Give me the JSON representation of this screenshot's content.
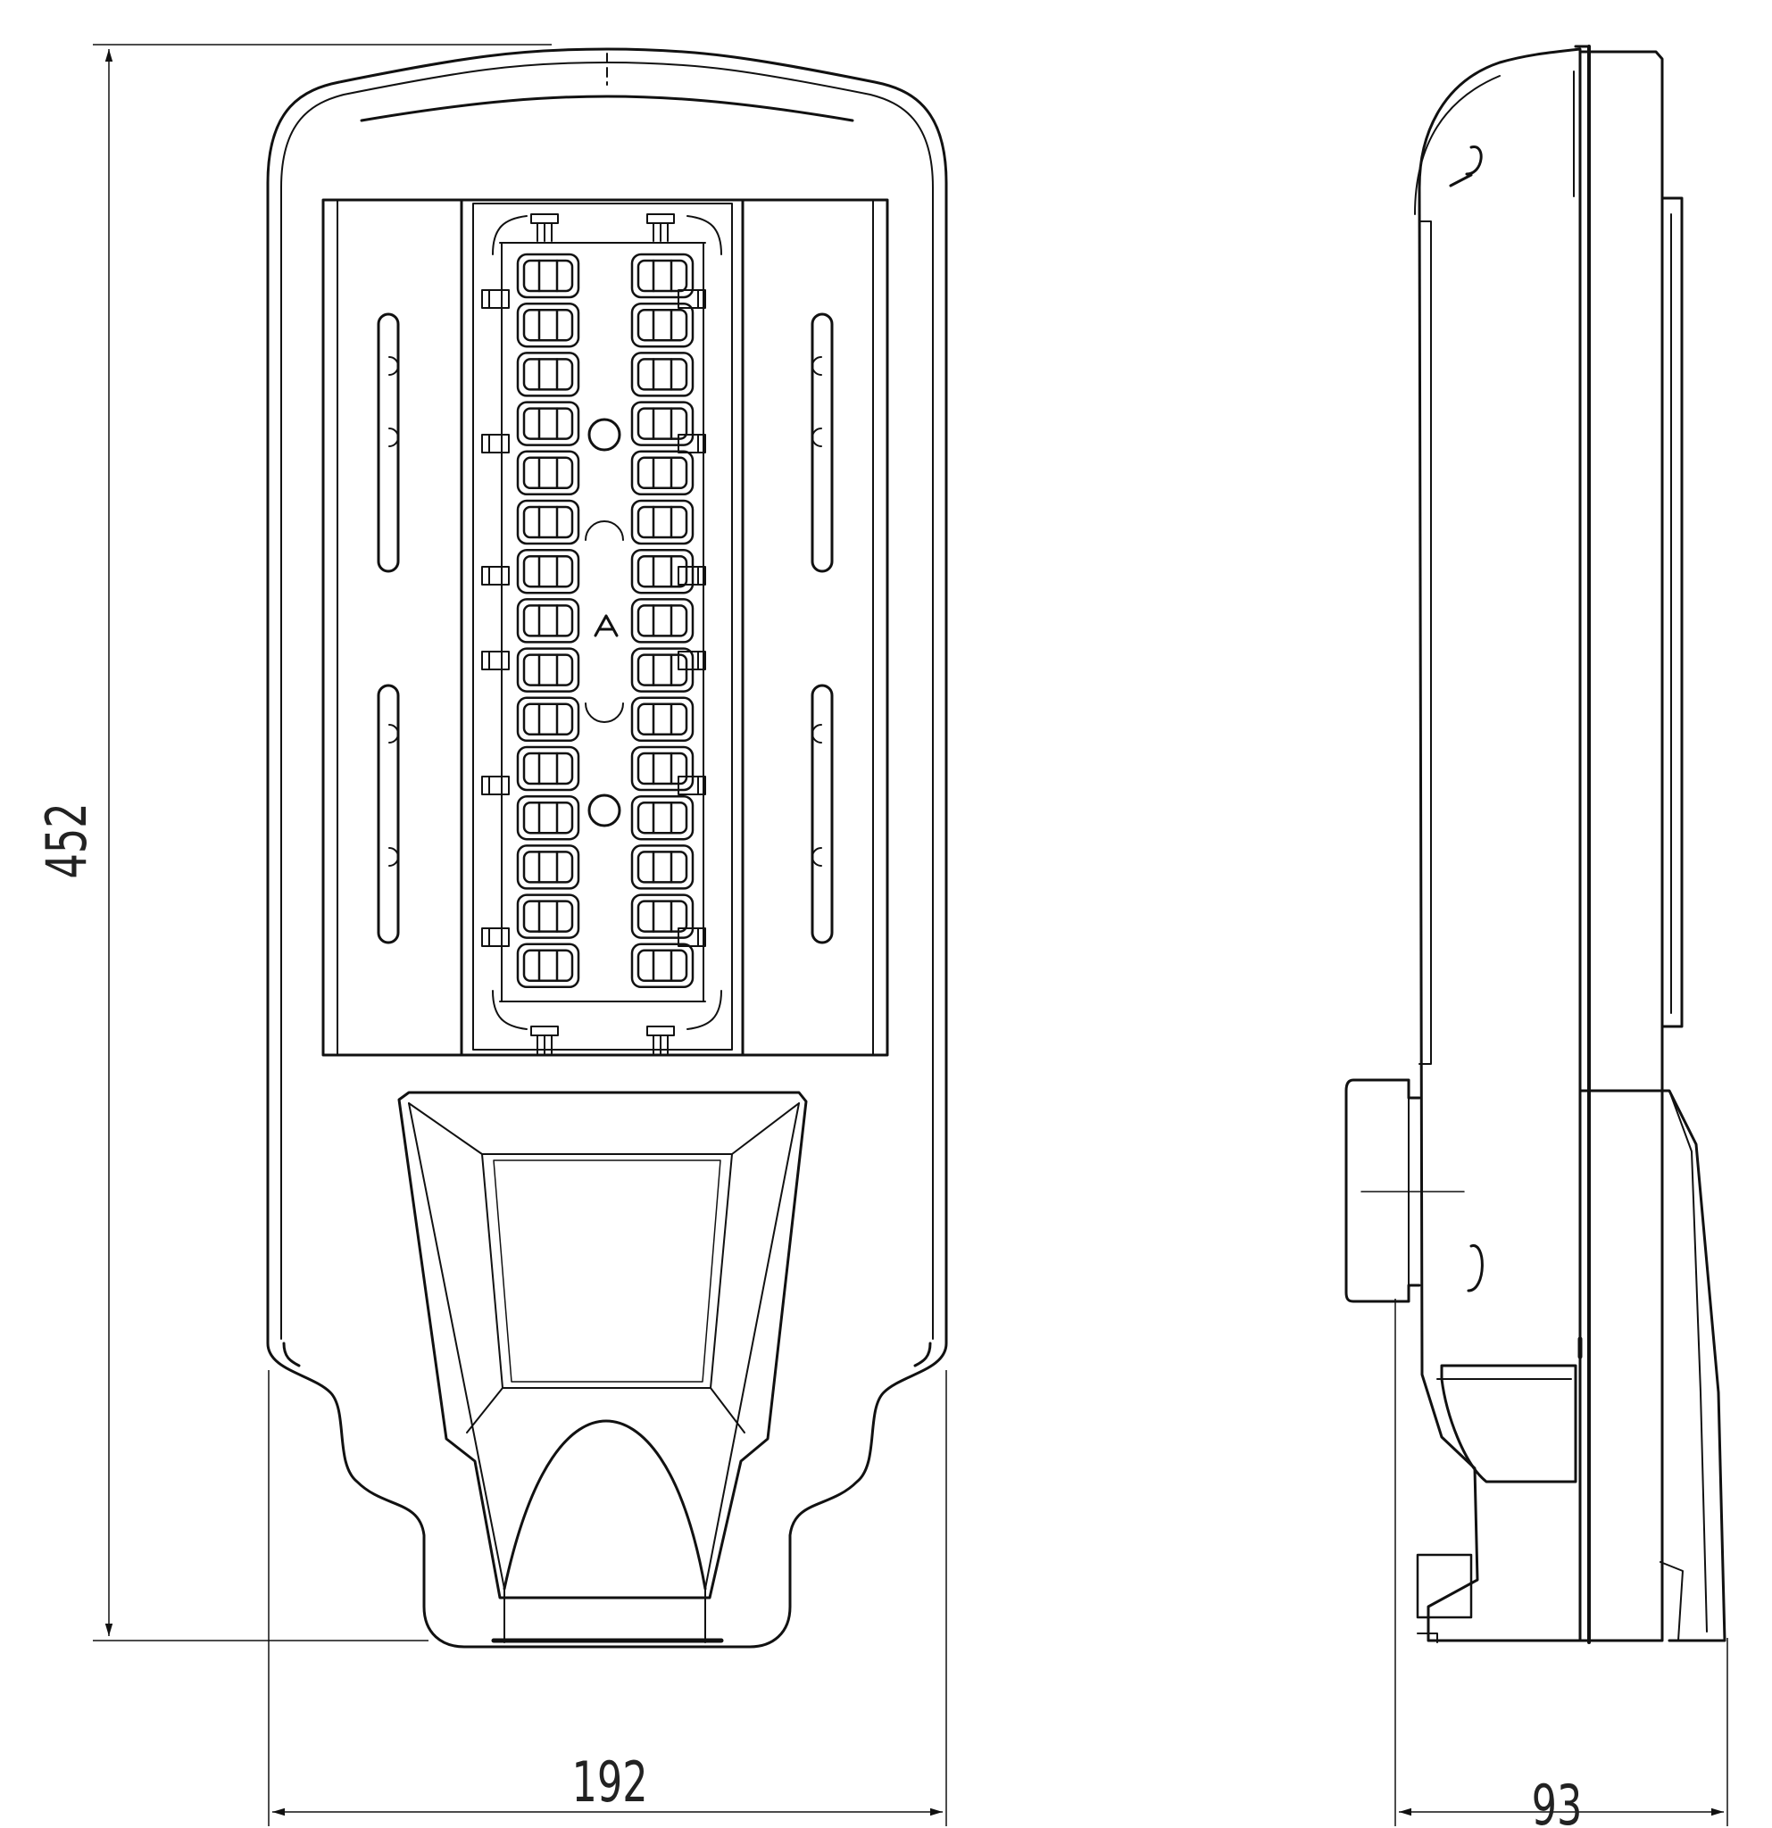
{
  "drawing": {
    "dimensions": {
      "height_label": "452",
      "width_label": "192",
      "depth_label": "93"
    },
    "views": [
      {
        "name": "front-view"
      },
      {
        "name": "side-view"
      }
    ],
    "led_module": {
      "rows": 15,
      "columns": 2,
      "marker_symbol": "A"
    }
  }
}
